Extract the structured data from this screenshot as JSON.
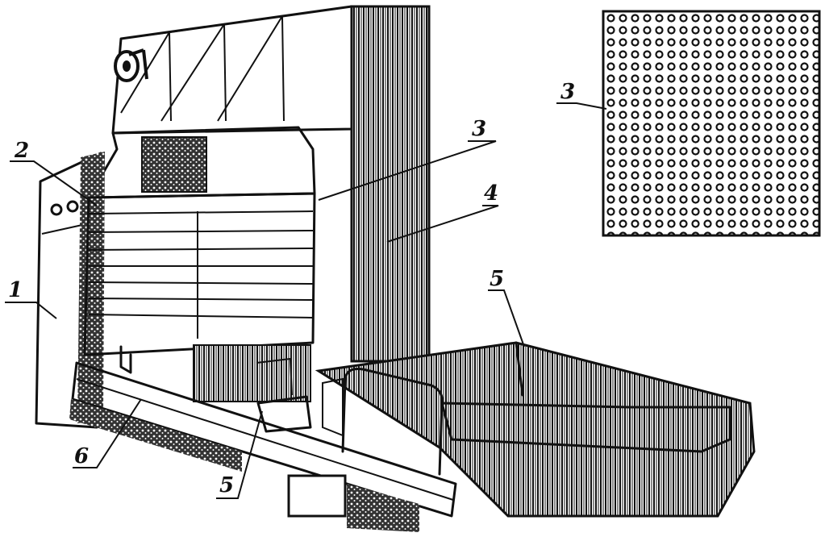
{
  "figure": {
    "labels": [
      {
        "id": "1",
        "text": "1"
      },
      {
        "id": "2",
        "text": "2"
      },
      {
        "id": "3a",
        "text": "3"
      },
      {
        "id": "3b",
        "text": "3"
      },
      {
        "id": "4",
        "text": "4"
      },
      {
        "id": "5a",
        "text": "5"
      },
      {
        "id": "5b",
        "text": "5"
      },
      {
        "id": "6",
        "text": "6"
      }
    ]
  },
  "colors": {
    "ink": "#111111",
    "paper": "#ffffff",
    "hatch": "#2a2a2a"
  }
}
